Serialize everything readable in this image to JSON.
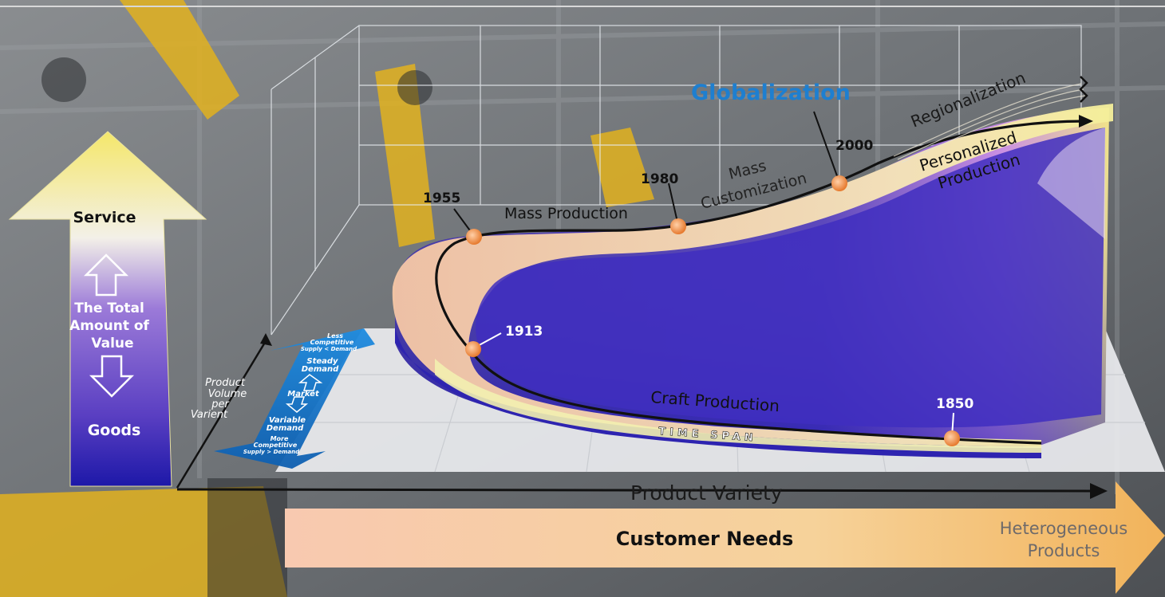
{
  "value_arrow": {
    "top_label": "Service",
    "middle_label": [
      "The Total",
      "Amount of",
      "Value"
    ],
    "bottom_label": "Goods"
  },
  "product_volume_label": [
    "Product",
    "Volume",
    "per",
    "Varient"
  ],
  "market_arrow": {
    "top_lines": [
      "Less",
      "Competitive",
      "Supply < Demand"
    ],
    "steady": [
      "Steady",
      "Demand"
    ],
    "middle": "Market",
    "variable": [
      "Variable",
      "Demand"
    ],
    "bottom_lines": [
      "More",
      "Competitive",
      "Supply > Demand"
    ]
  },
  "eras": {
    "globalization": "Globalization",
    "regionalization": "Regionalization",
    "personalized": [
      "Personalized",
      "Production"
    ],
    "mass_customization": [
      "Mass",
      "Customization"
    ],
    "mass_production": "Mass Production",
    "craft_production": "Craft Production",
    "time_span": "TIME SPAN"
  },
  "years": [
    "1850",
    "1913",
    "1955",
    "1980",
    "2000"
  ],
  "axis": {
    "product_variety": "Product Variety",
    "customer_needs": "Customer Needs",
    "heterogeneous": [
      "Heterogeneous",
      "Products"
    ]
  },
  "colors": {
    "blue_accent": "#1e7fd0",
    "node_orange": "#f0964f",
    "surface_purple": "#3a2ab0",
    "surface_pink": "#f5c9a8"
  }
}
